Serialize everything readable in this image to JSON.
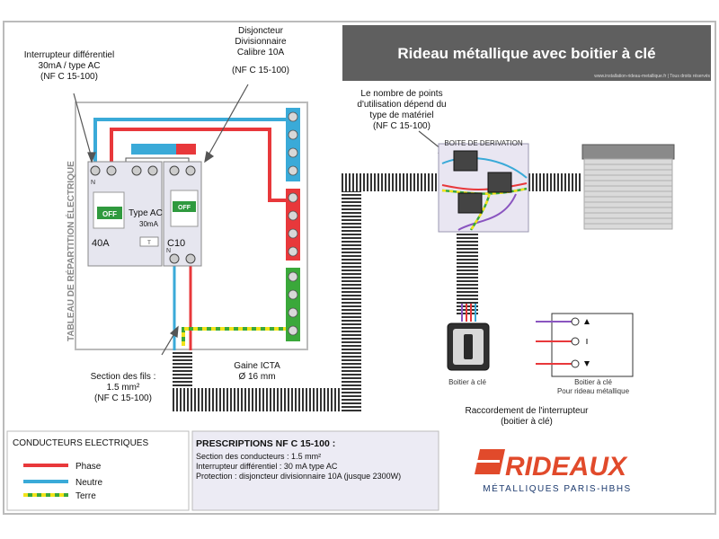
{
  "title": "Rideau métallique avec boitier à clé",
  "title_url": "www.installation-rideau-metallique.fr | Tous droits réservés",
  "colors": {
    "phase": "#e8383b",
    "neutre": "#3aaad8",
    "terre_green": "#3aa83a",
    "terre_yellow": "#f2e31a",
    "title_bg": "#5f5f5f",
    "brand_red": "#e14a2b",
    "brand_navy": "#1c3a6e"
  },
  "annotations": {
    "differentiel": [
      "Interrupteur différentiel",
      "30mA / type AC",
      "(NF C 15-100)"
    ],
    "disjoncteur": [
      "Disjoncteur",
      "Divisionnaire",
      "Calibre 10A",
      "",
      "(NF C 15-100)"
    ],
    "points": [
      "Le nombre de points",
      "d'utilisation dépend du",
      "type de matériel",
      "(NF C 15-100)"
    ],
    "boite_derivation": "BOITE DE DERIVATION",
    "section": [
      "Section des fils :",
      "1.5 mm²",
      "(NF C 15-100)"
    ],
    "gaine": [
      "Gaine ICTA",
      "Ø 16 mm"
    ],
    "raccordement": [
      "Raccordement  de l'interrupteur",
      "(boitier à clé)"
    ],
    "boitier_key_label": "Boitier à clé",
    "boitier_box_label": [
      "Boitier à clé",
      "Pour rideau métallique"
    ]
  },
  "tableau_label": "TABLEAU DE RÉPARTITION ÉLECTRIQUE",
  "breaker": {
    "diff_off": "OFF",
    "diff_type": "Type AC",
    "diff_ma": "30mA",
    "diff_rating": "40A",
    "div_off": "OFF",
    "div_rating": "C10",
    "n": "N",
    "test": "T"
  },
  "legend": {
    "title": "CONDUCTEURS ELECTRIQUES",
    "items": [
      "Phase",
      "Neutre",
      "Terre"
    ]
  },
  "prescriptions": {
    "title": "PRESCRIPTIONS NF C 15-100 :",
    "lines": [
      "Section des conducteurs : 1.5 mm²",
      "Interrupteur différentiel : 30 mA type AC",
      "Protection : disjoncteur divisionnaire 10A (jusque 2300W)"
    ]
  },
  "brand": {
    "name": "RIDEAUX",
    "tagline": "MÉTALLIQUES PARIS-HBHS"
  }
}
